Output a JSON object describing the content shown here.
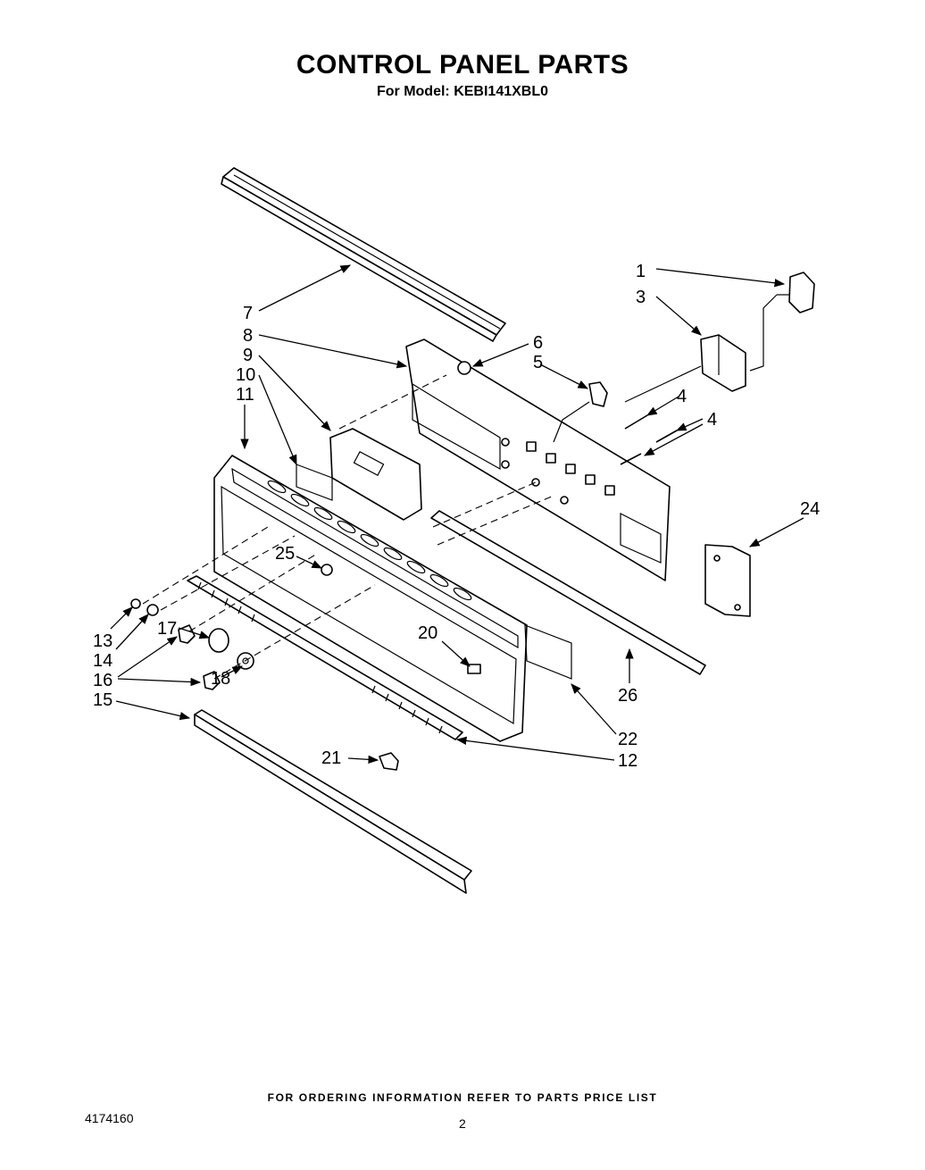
{
  "header": {
    "title": "CONTROL PANEL PARTS",
    "subtitle": "For Model: KEBI141XBL0"
  },
  "callouts": [
    "1",
    "3",
    "7",
    "8",
    "6",
    "9",
    "5",
    "10",
    "4",
    "11",
    "4",
    "24",
    "25",
    "13",
    "14",
    "17",
    "20",
    "16",
    "18",
    "15",
    "26",
    "22",
    "21",
    "12"
  ],
  "footer": {
    "note": "FOR ORDERING INFORMATION REFER TO PARTS PRICE LIST",
    "doc_number": "4174160",
    "page_number": "2"
  }
}
